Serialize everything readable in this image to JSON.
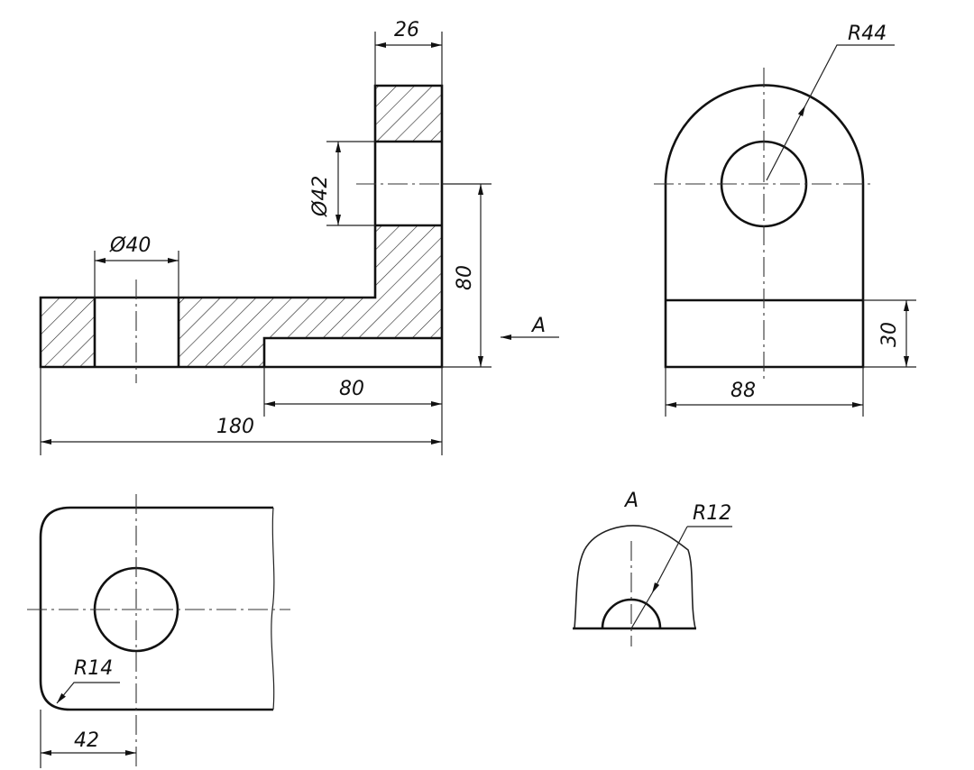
{
  "section_view": {
    "dims": {
      "width_top": "26",
      "hole_upright": "Ø42",
      "hole_base": "Ø40",
      "height": "80",
      "notch_length": "80",
      "total_length": "180"
    },
    "view_arrow_label": "A"
  },
  "side_view": {
    "dims": {
      "radius": "R44",
      "base_height": "30",
      "width": "88"
    }
  },
  "top_view": {
    "dims": {
      "corner_radius": "R14",
      "hole_offset": "42"
    }
  },
  "detail_view": {
    "title": "A",
    "dims": {
      "radius": "R12"
    }
  }
}
